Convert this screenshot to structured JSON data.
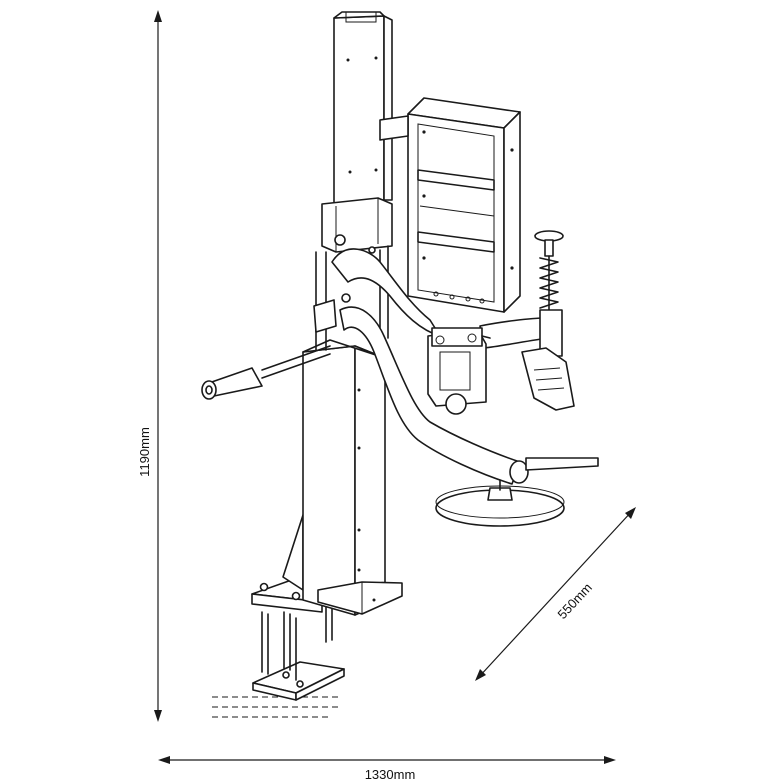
{
  "dimensions": {
    "height_label": "1190mm",
    "width_label": "1330mm",
    "depth_label": "550mm"
  },
  "components": {
    "column_icon": "vertical-column",
    "tool_box_icon": "tool-box",
    "handle_icon": "handle",
    "spring_icon": "spring",
    "bead_tool_icon": "bead-press-tool",
    "clamp_plate_icon": "round-plate",
    "base_clamp_icon": "bench-clamp"
  },
  "colors": {
    "line": "#1a1a1a",
    "background": "#ffffff"
  }
}
